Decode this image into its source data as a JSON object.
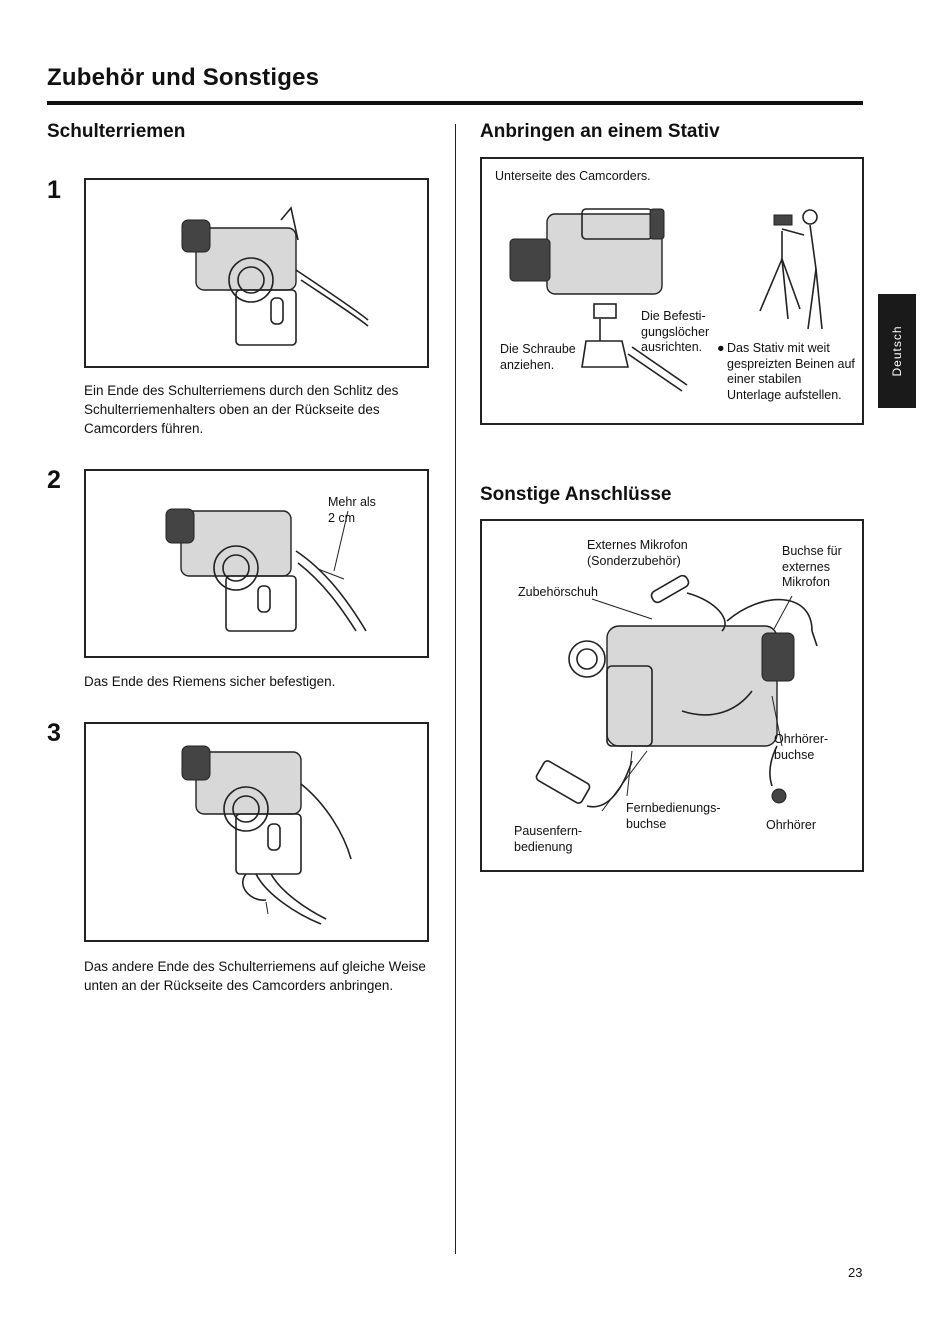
{
  "page": {
    "title": "Zubehör und Sonstiges",
    "page_number": "23",
    "side_tab": "Deutsch"
  },
  "shoulder_strap": {
    "heading": "Schulterriemen",
    "steps": [
      {
        "number": "1",
        "text": "Ein Ende des Schulterriemens durch den Schlitz des Schulterriemenhalters oben an der Rückseite des Camcorders führen."
      },
      {
        "number": "2",
        "text": "Das Ende des Riemens sicher befestigen.",
        "figure_label": "Mehr als\n2 cm"
      },
      {
        "number": "3",
        "text": "Das andere Ende des Schulterriemens auf gleiche Weise unten an der Rückseite des Camcorders anbringen."
      }
    ]
  },
  "tripod": {
    "heading": "Anbringen an einem Stativ",
    "caption": "Unterseite des Camcorders.",
    "label_holes": "Die Befesti-\ngungslöcher\nausrichten.",
    "label_screw": "Die Schraube\nanziehen.",
    "note": "Das Stativ mit weit gespreizten Beinen auf einer stabilen Unterlage aufstellen."
  },
  "connections": {
    "heading": "Sonstige Anschlüsse",
    "labels": {
      "ext_mic": "Externes Mikrofon\n(Sonderzubehör)",
      "mic_jack": "Buchse für\nexternes\nMikrofon",
      "accessory_shoe": "Zubehörschuh",
      "earphone_jack": "Ohrhörer-\nbuchse",
      "remote_jack": "Fernbedienungs-\nbuchse",
      "pause_remote": "Pausenfern-\nbedienung",
      "earphone": "Ohrhörer"
    }
  },
  "colors": {
    "ink": "#111111",
    "tab_bg": "#1a1a1a"
  }
}
